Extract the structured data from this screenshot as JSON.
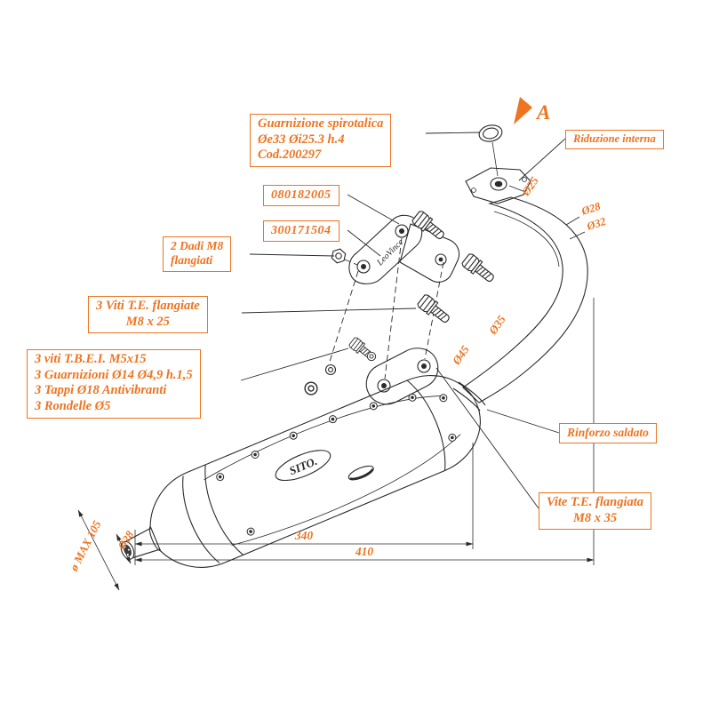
{
  "colors": {
    "accent": "#ee7420",
    "line": "#2a2a2a"
  },
  "view_arrow": {
    "letter": "A"
  },
  "callouts": {
    "gasket": {
      "lines": [
        "Guarnizione spirotalica",
        "Øe33  Øi25.3  h.4",
        "Cod.200297"
      ]
    },
    "riduzione_interna": {
      "text": "Riduzione interna"
    },
    "code_top": {
      "text": "080182005"
    },
    "code_bottom": {
      "text": "300171504"
    },
    "dadi_flangiati": {
      "lines": [
        "2 Dadi M8",
        "flangiati"
      ]
    },
    "viti_te_m8x25": {
      "lines": [
        "3 Viti T.E. flangiate",
        "M8 x 25"
      ]
    },
    "parts_list": {
      "lines": [
        "3 viti  T.B.E.I.  M5x15",
        "3 Guarnizioni Ø14 Ø4,9 h.1,5",
        "3 Tappi Ø18 Antivibranti",
        "3 Rondelle Ø5"
      ]
    },
    "rinforzo_saldato": {
      "text": "Rinforzo saldato"
    },
    "vite_te_m8x35": {
      "lines": [
        "Vite T.E. flangiata",
        "M8 x 35"
      ]
    }
  },
  "dimensions": {
    "flange_hole": "Ø25",
    "pipe_outer_top": "Ø28",
    "pipe_outer_bottom": "Ø32",
    "pipe_mid": "Ø35",
    "pipe_lower": "Ø45",
    "outlet": "Ø28",
    "max_body": "ø MAX 105",
    "length_body": "340",
    "length_total": "410"
  },
  "drawing": {
    "brand": "SITO.",
    "bracket_script": "LeoVince"
  }
}
